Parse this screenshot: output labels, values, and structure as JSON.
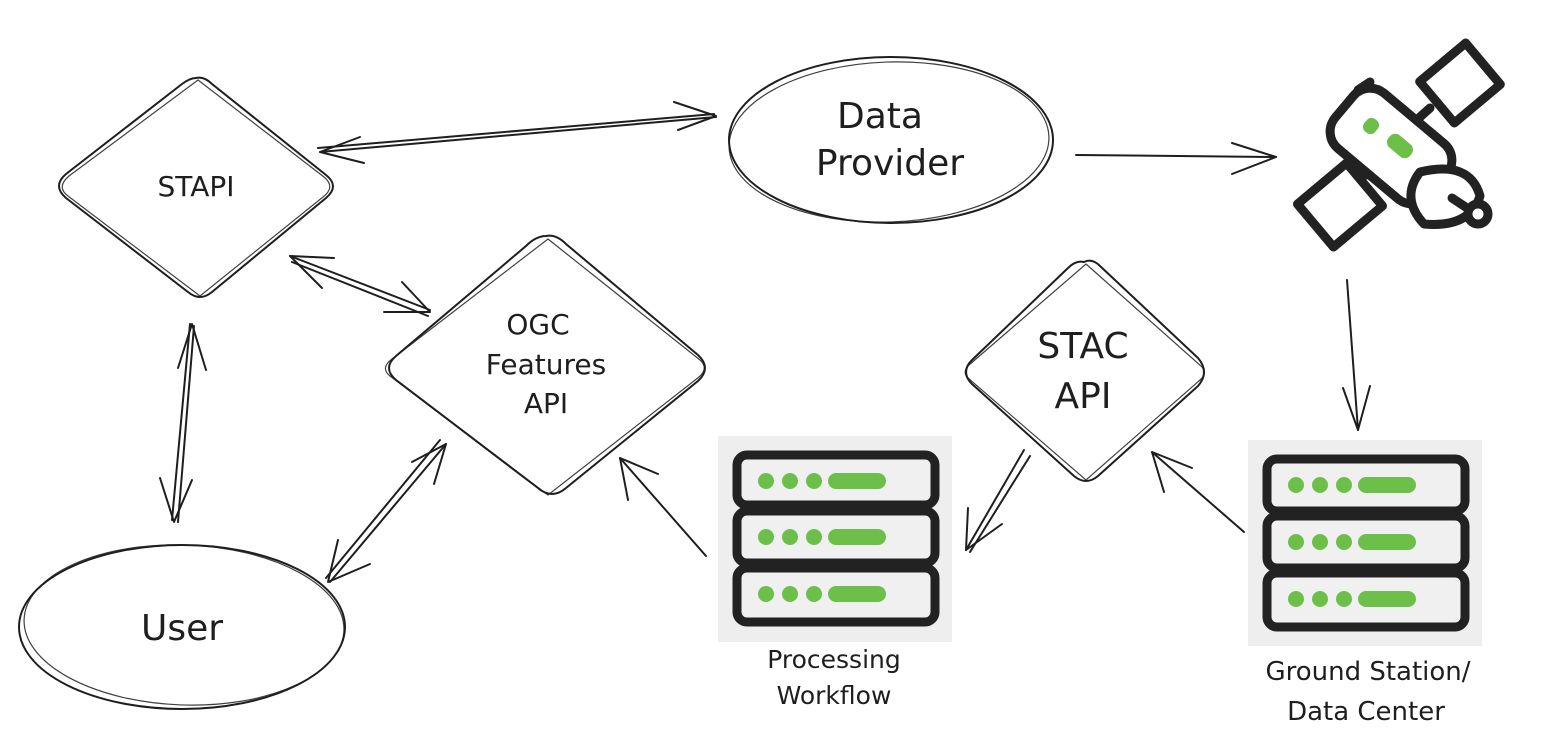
{
  "nodes": {
    "stapi": {
      "label": "STAPI"
    },
    "data_provider": {
      "lines": [
        "Data",
        "Provider"
      ]
    },
    "ogc_features": {
      "lines": [
        "OGC",
        "Features",
        "API"
      ]
    },
    "stac_api": {
      "lines": [
        "STAC",
        "API"
      ]
    },
    "user": {
      "label": "User"
    },
    "processing_workflow": {
      "lines": [
        "Processing",
        "Workflow"
      ]
    },
    "ground_station": {
      "lines": [
        "Ground Station/",
        "Data Center"
      ]
    }
  },
  "icons": {
    "satellite": "satellite-icon",
    "server": "server-rack-icon"
  },
  "colors": {
    "stroke": "#1e1e1e",
    "accent_green": "#6cc04a",
    "rack_dark": "#222222",
    "rack_fill": "#f0f0f0"
  }
}
